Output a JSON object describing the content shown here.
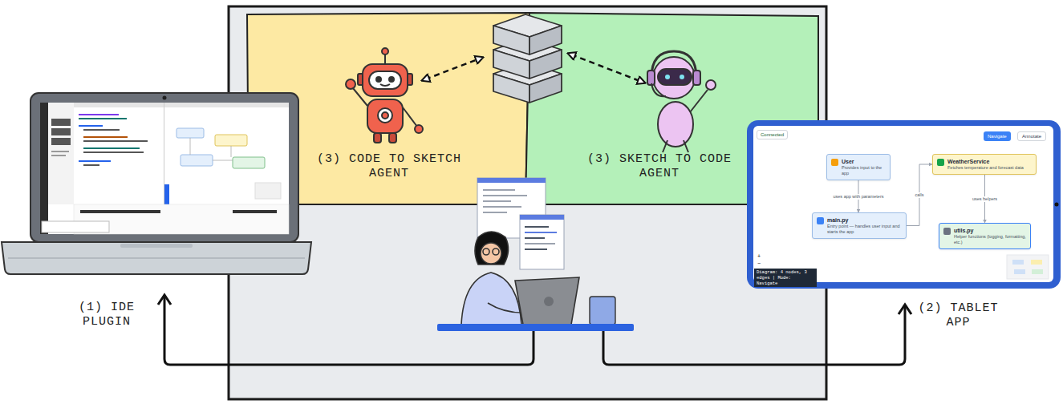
{
  "diagram": {
    "nodes": [
      {
        "text": [
          "(1) IDE PLUGIN"
        ]
      },
      {
        "text": [
          "(3) CODE TO SKETCH AGENT"
        ]
      },
      {
        "text": [
          "(3) SKETCH TO CODE AGENT"
        ]
      },
      {
        "text": [
          "(2) TABLET APP"
        ]
      },
      {
        "text": [
          "User",
          "Provides input to the app"
        ],
        "in": 3
      },
      {
        "text": [
          "WeatherService",
          "Fetches temperature and forecast data"
        ],
        "in": 3
      },
      {
        "text": [
          "main.py",
          "Entry point — handles user input and starts the app"
        ],
        "in": 3
      },
      {
        "text": [
          "utils.py",
          "Helper functions (logging, formatting, etc.)"
        ],
        "in": 3
      }
    ],
    "edges": [
      {
        "from": 4,
        "to": 6,
        "label": "uses app with parameters",
        "arrow": "to"
      },
      {
        "from": 6,
        "to": 5,
        "label": "calls",
        "arrow": "to"
      },
      {
        "from": 5,
        "to": 7,
        "label": "uses helpers",
        "arrow": "to"
      }
    ],
    "labels": [
      "Connected",
      "Navigate",
      "Annotate",
      "+",
      "−",
      "Diagram: 4 nodes, 3 edges | Mode: Navigate"
    ]
  }
}
